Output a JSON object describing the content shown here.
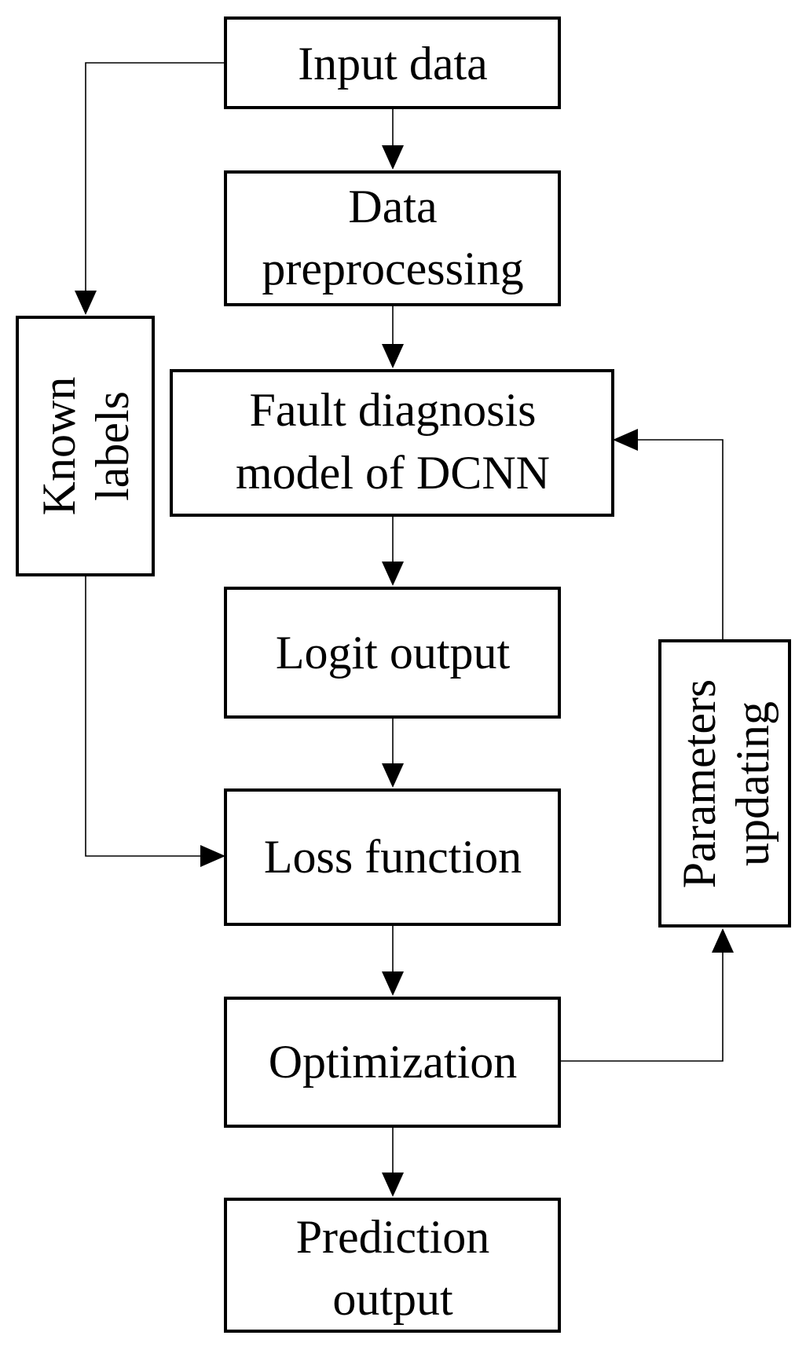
{
  "nodes": {
    "input": {
      "lines": [
        "Input data"
      ]
    },
    "preprocess": {
      "lines": [
        "Data",
        "preprocessing"
      ]
    },
    "model": {
      "lines": [
        "Fault diagnosis",
        "model of DCNN"
      ]
    },
    "logit": {
      "lines": [
        "Logit output"
      ]
    },
    "loss": {
      "lines": [
        "Loss function"
      ]
    },
    "optim": {
      "lines": [
        "Optimization"
      ]
    },
    "predict": {
      "lines": [
        "Prediction",
        "output"
      ]
    },
    "known": {
      "lines": [
        "Known",
        "labels"
      ]
    },
    "params": {
      "lines": [
        "Parameters",
        "updating"
      ]
    }
  },
  "edges": [
    {
      "from": "input",
      "to": "preprocess"
    },
    {
      "from": "preprocess",
      "to": "model"
    },
    {
      "from": "model",
      "to": "logit"
    },
    {
      "from": "logit",
      "to": "loss"
    },
    {
      "from": "loss",
      "to": "optim"
    },
    {
      "from": "optim",
      "to": "predict"
    },
    {
      "from": "input",
      "to": "known"
    },
    {
      "from": "known",
      "to": "loss"
    },
    {
      "from": "optim",
      "to": "params"
    },
    {
      "from": "params",
      "to": "model"
    }
  ]
}
